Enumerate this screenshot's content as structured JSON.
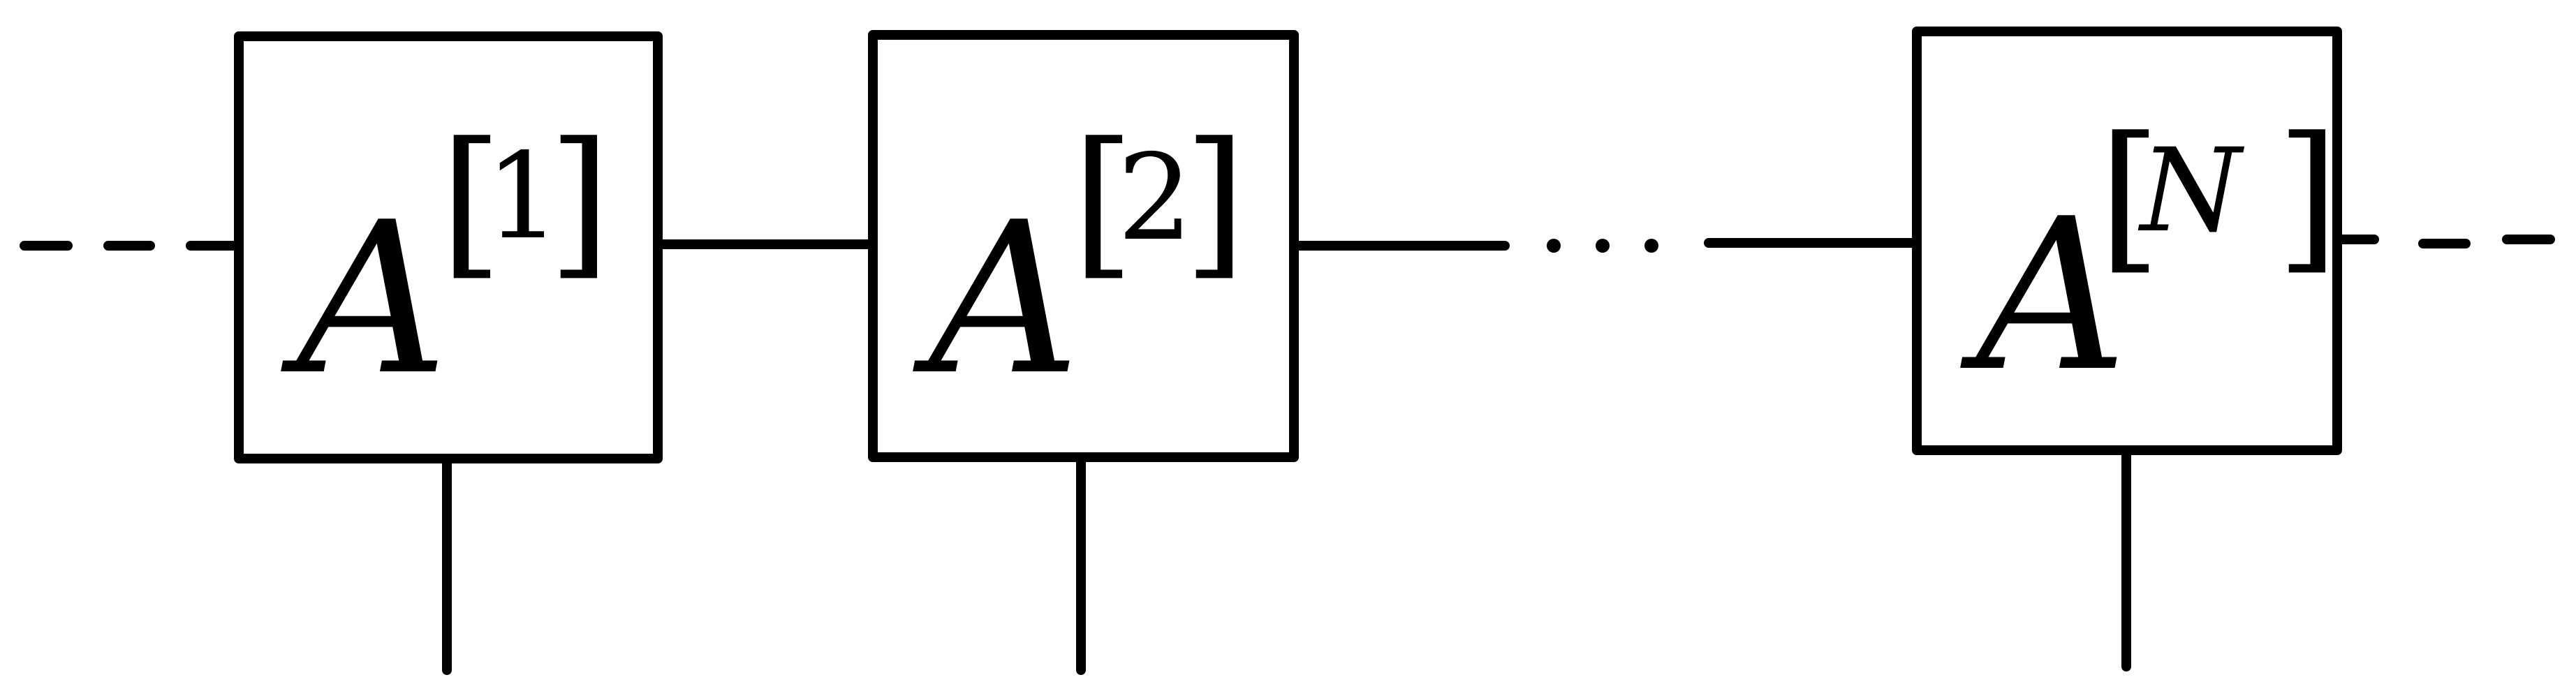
{
  "diagram": {
    "tensors": [
      {
        "symbol": "A",
        "open_bracket": "[",
        "index": "1",
        "close_bracket": "]"
      },
      {
        "symbol": "A",
        "open_bracket": "[",
        "index": "2",
        "close_bracket": "]"
      },
      {
        "symbol": "A",
        "open_bracket": "[",
        "index": "N",
        "close_bracket": "]"
      }
    ]
  }
}
